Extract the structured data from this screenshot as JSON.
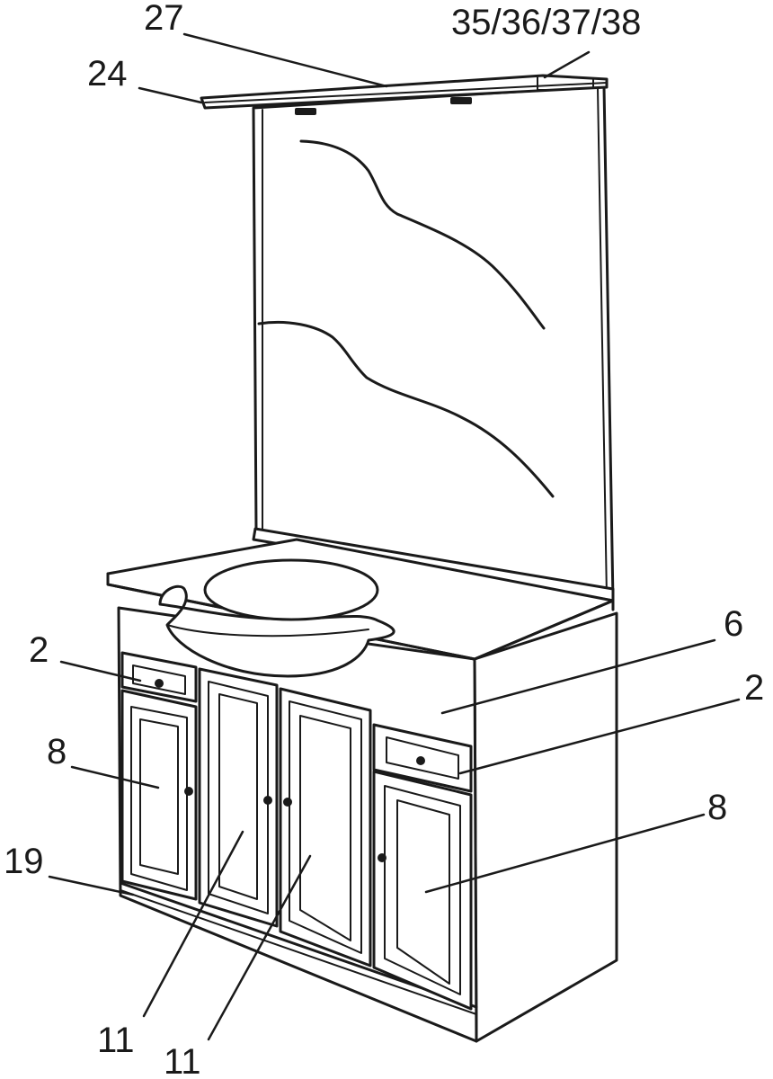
{
  "callouts": {
    "c27": "27",
    "c35_38": "35/36/37/38",
    "c24": "24",
    "c2_left": "2",
    "c6": "6",
    "c2_right": "2",
    "c8_left": "8",
    "c8_right": "8",
    "c19": "19",
    "c11_left": "11",
    "c11_right": "11"
  }
}
